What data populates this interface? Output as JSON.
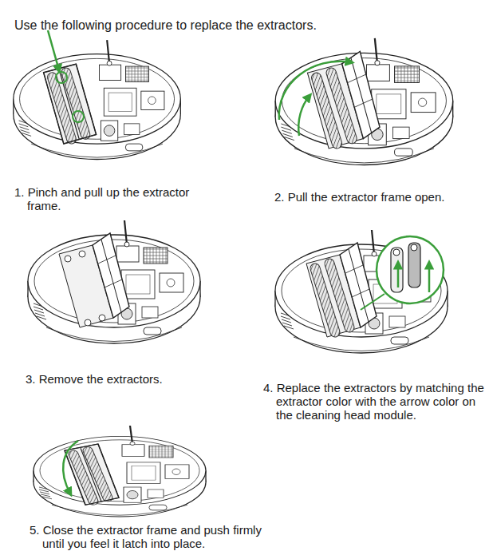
{
  "diagram": {
    "title": "Use the following procedure to replace the extractors.",
    "labels": [
      "1. Pinch and pull up the extractor frame.",
      "2. Pull the extractor frame open.",
      "3. Remove the extractors.",
      "4. Replace the extractors by matching the extractor color with the arrow color on the cleaning head module.",
      "5. Close the extractor frame and push firmly until you feel it latch into place."
    ]
  }
}
